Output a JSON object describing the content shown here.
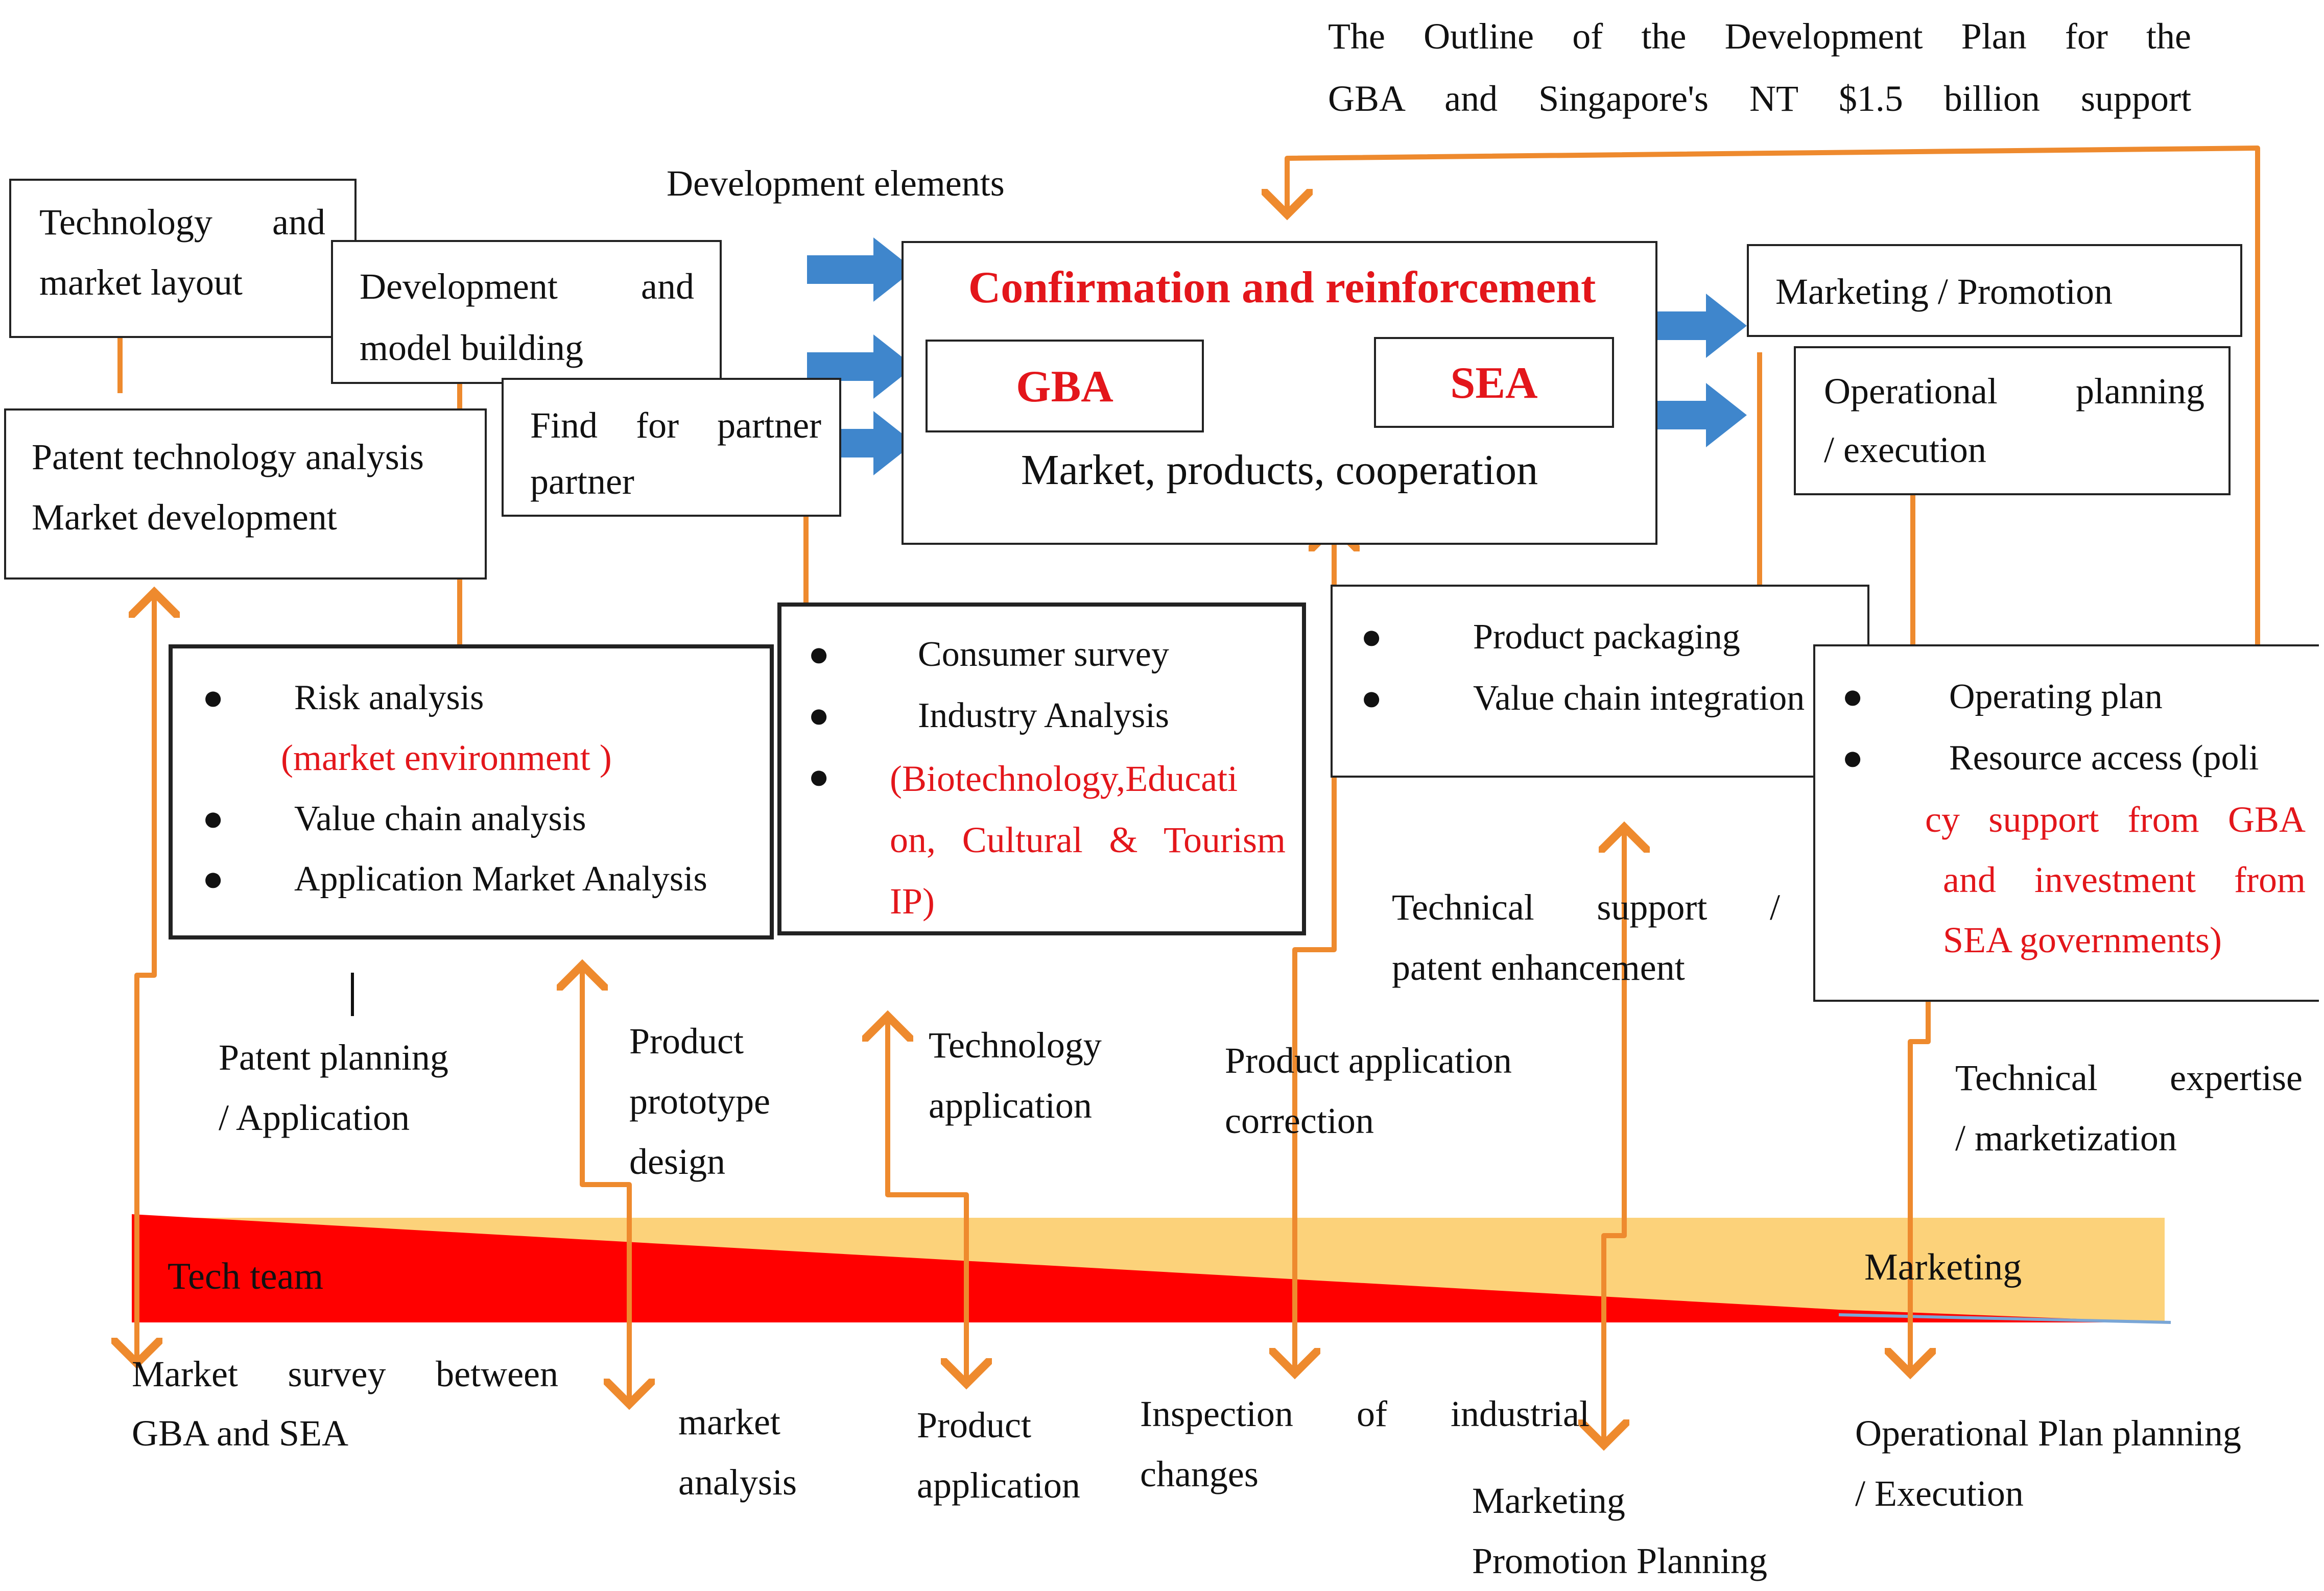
{
  "top_note": {
    "line1": "The  Outline  of  the  Development  Plan  for  the",
    "line2": "GBA  and  Singapore's  NT  $1.5  billion  support"
  },
  "development_elements": "Development elements",
  "left_boxes": {
    "tech_layout": [
      "Technology      and",
      "market layout"
    ],
    "dev_model": [
      "Development      and",
      "model building"
    ],
    "find_partner": [
      "Find  for  partner",
      "partner"
    ],
    "patent_market": [
      "Patent technology analysis",
      "Market development"
    ]
  },
  "center": {
    "title": "Confirmation and reinforcement",
    "gba": "GBA",
    "sea": "SEA",
    "subtitle": "Market, products, cooperation"
  },
  "right_boxes": {
    "marketing_promotion": "Marketing / Promotion",
    "operational": [
      "Operational  planning",
      "/ execution"
    ]
  },
  "bullet_boxes": {
    "risk": {
      "items": [
        "Risk analysis",
        "Value chain analysis",
        "Application Market Analysis"
      ],
      "note": "(market environment )"
    },
    "consumer": {
      "items": [
        "Consumer survey",
        "Industry Analysis"
      ],
      "note_lines": [
        "(Biotechnology,Educati",
        "on,  Cultural  &  Tourism",
        "IP)"
      ]
    },
    "product": {
      "items": [
        "Product packaging",
        "Value chain integration"
      ]
    },
    "operating": {
      "items": [
        "Operating plan",
        "Resource  access  (poli"
      ],
      "note_lines": [
        "cy  support  from  GBA",
        "and  investment  from",
        "SEA  governments)"
      ]
    }
  },
  "mid_labels": {
    "patent_planning": [
      "Patent planning",
      "/ Application"
    ],
    "prototype": [
      "Product",
      "prototype",
      "design"
    ],
    "tech_application": [
      "Technology",
      "application"
    ],
    "product_correction": [
      "Product application",
      "correction"
    ],
    "tech_support": [
      "Technical    support    /",
      "patent enhancement"
    ],
    "tech_expertise": [
      "Technical  expertise",
      "/ marketization"
    ]
  },
  "bar": {
    "left_label": "Tech team",
    "right_label": "Marketing",
    "left_color": "#ff0000",
    "right_color": "#fcd27a"
  },
  "bottom_labels": {
    "market_survey": [
      "Market  survey  between",
      "GBA and SEA"
    ],
    "market_analysis": [
      "market",
      "analysis"
    ],
    "product_application": [
      "Product",
      "application"
    ],
    "inspection": [
      "Inspection    of    industrial",
      "changes"
    ],
    "marketing_planning": [
      "Marketing",
      "Promotion Planning"
    ],
    "operational_plan": [
      "Operational Plan planning",
      "/ Execution"
    ]
  },
  "colors": {
    "orange": "#ee8a2e",
    "blue_arrow": "#3f86cc",
    "red_text": "#e3161b",
    "bar_red": "#ff0000",
    "bar_yellow": "#fcd27a"
  }
}
